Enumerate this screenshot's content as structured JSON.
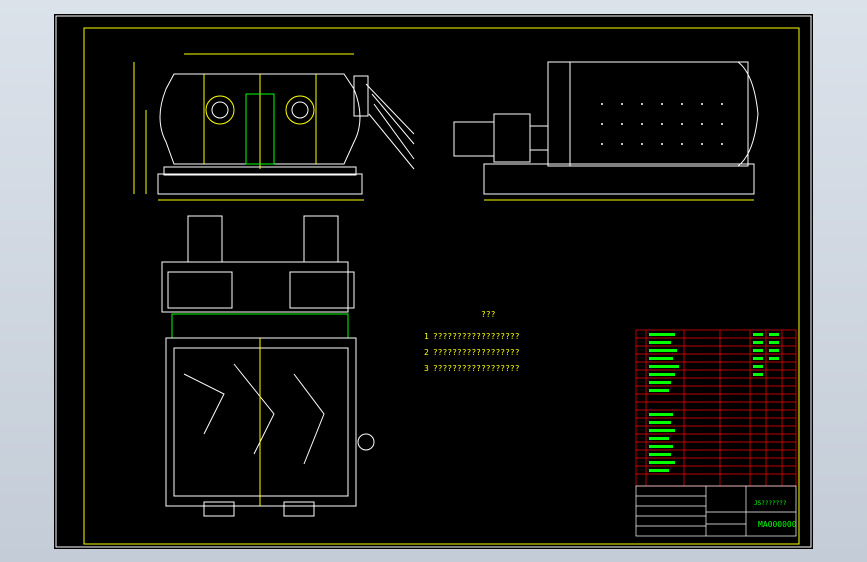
{
  "notes": {
    "title": "???",
    "items": [
      {
        "num": "1",
        "text": "??????????????????"
      },
      {
        "num": "2",
        "text": "??????????????????"
      },
      {
        "num": "3",
        "text": "??????????????????"
      }
    ]
  },
  "title_block": {
    "name": "JS???????",
    "drawing_number": "MA000000"
  },
  "colors": {
    "background": "#000000",
    "frame": "#ffffff",
    "primary_line": "#ffffff",
    "dimension": "#ffff00",
    "hidden": "#00ff00",
    "table_red": "#ff0000",
    "table_text": "#00ff00"
  },
  "views": [
    "front-view",
    "side-view",
    "top-view"
  ]
}
